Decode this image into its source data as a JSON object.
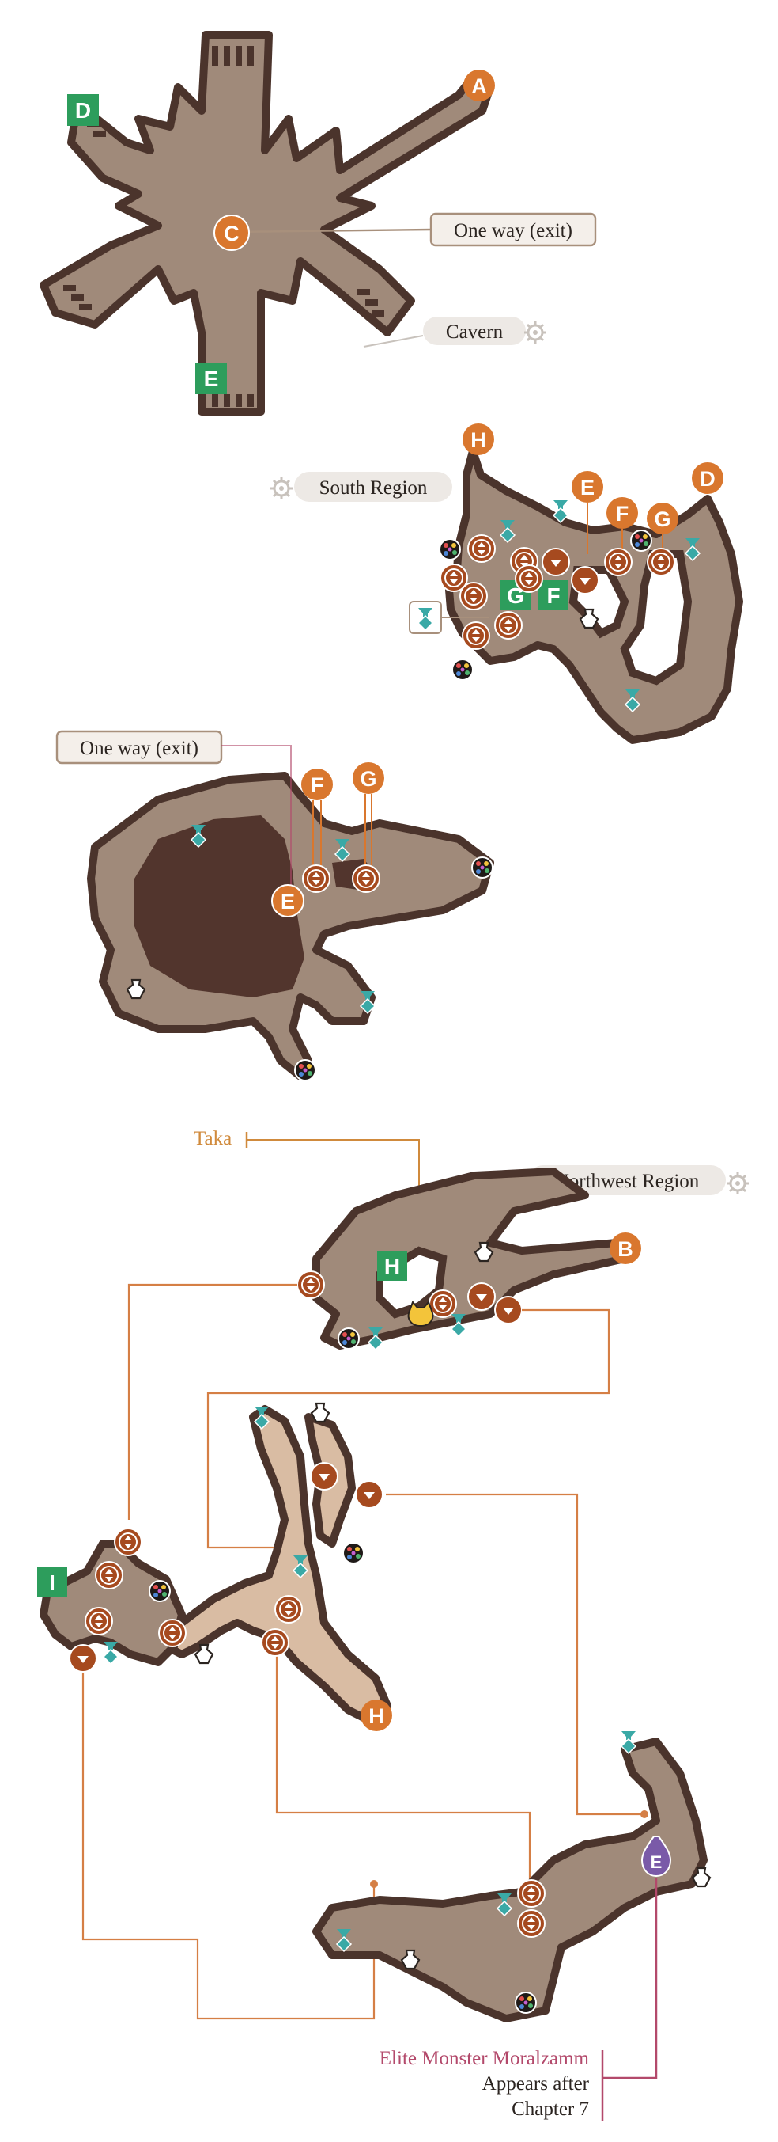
{
  "labels": {
    "one_way_exit_1": "One way (exit)",
    "cavern": "Cavern",
    "south_region": "South Region",
    "one_way_exit_2": "One way (exit)",
    "taka": "Taka",
    "northwest_region": "Northwest Region",
    "elite_title": "Elite Monster Moralzamm",
    "elite_line2": "Appears after",
    "elite_line3": "Chapter 7"
  },
  "markers": {
    "A": "A",
    "B": "B",
    "C": "C",
    "D": "D",
    "E": "E",
    "F": "F",
    "G": "G",
    "H": "H",
    "I": "I"
  },
  "colors": {
    "orange_marker": "#d9772e",
    "green_marker": "#2d9d5c",
    "brown_marker": "#a64a1f",
    "teal_marker": "#3aa9a6",
    "purple_marker": "#7a5aa8",
    "map_fill": "#a08a7a",
    "map_fill_light": "#d9bca3",
    "map_outline": "#4b342c",
    "route_line": "#d57f45",
    "elite_color": "#b3496b",
    "taka_color": "#d08a3c"
  },
  "icons": {
    "exit_both": "up-down-arrow-icon",
    "exit_down": "down-arrow-icon",
    "gathering": "teal-gem-icon",
    "pot": "pot-icon",
    "orb": "rainbow-orb-icon",
    "taka_face": "cat-face-icon",
    "region_gear": "gear-icon"
  }
}
